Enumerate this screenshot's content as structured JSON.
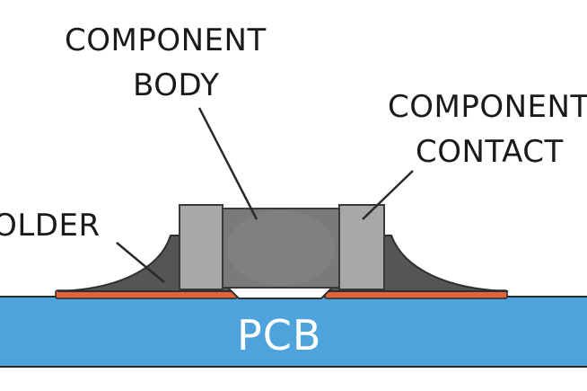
{
  "labels": {
    "component_body_line1": "COMPONENT",
    "component_body_line2": "BODY",
    "component_contact_line1": "COMPONENT",
    "component_contact_line2": "CONTACT",
    "solder": "SOLDER",
    "pcb": "PCB"
  },
  "colors": {
    "pcb_fill": "#4ea3dc",
    "pcb_border": "#2a2a2a",
    "pad": "#e2643a",
    "solder_fill": "#555555",
    "body_fill": "#7a7a7a",
    "contact_fill": "#a8a8a8",
    "outline": "#3a3a3a"
  }
}
